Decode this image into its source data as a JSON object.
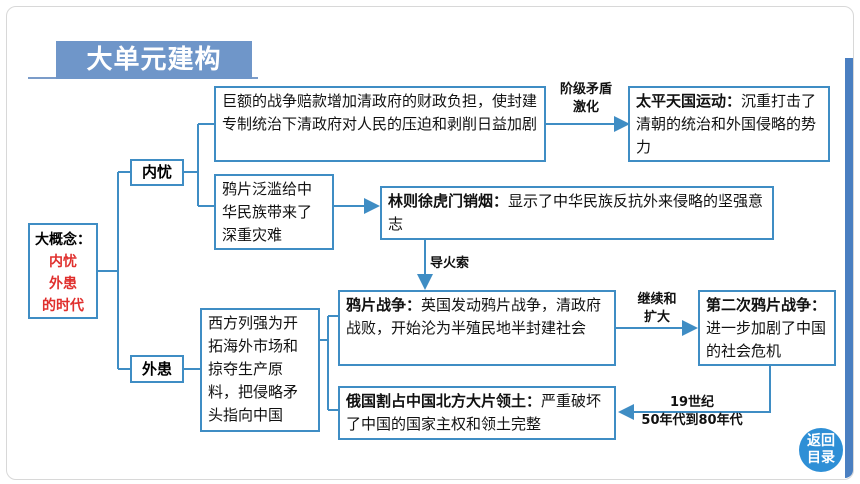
{
  "title": "大单元建构",
  "concept": {
    "label": "大概念：",
    "line1": "内忧",
    "line2": "外患",
    "line3": "的时代"
  },
  "branches": {
    "internal": "内忧",
    "external": "外患"
  },
  "boxes": {
    "indemnity": "巨额的战争赔款增加清政府的财政负担，使封建专制统治下清政府对人民的压迫和剥削日益加剧",
    "taiping_lead": "太平天国运动：",
    "taiping_text": "沉重打击了清朝的统治和外国侵略的势力",
    "opium_flood": "鸦片泛滥给中华民族带来了深重灾难",
    "linzexu_lead": "林则徐虎门销烟：",
    "linzexu_text": "显示了中华民族反抗外来侵略的坚强意志",
    "western": "西方列强为开拓海外市场和掠夺生产原料，把侵略矛头指向中国",
    "opium_war_lead": "鸦片战争：",
    "opium_war_text": "英国发动鸦片战争，清政府战败，开始沦为半殖民地半封建社会",
    "second_war_lead": "第二次鸦片战争：",
    "second_war_text": "进一步加剧了中国的社会危机",
    "russia_lead": "俄国割占中国北方大片领土：",
    "russia_text": "严重破坏了中国的国家主权和领土完整"
  },
  "arrow_labels": {
    "intensify_1": "阶级矛盾",
    "intensify_2": "激化",
    "fuse": "导火索",
    "continue_1": "继续和",
    "continue_2": "扩大",
    "period_1": "19世纪",
    "period_2": "50年代到80年代"
  },
  "back_button": {
    "line1": "返回",
    "line2": "目录"
  },
  "colors": {
    "border": "#3f8dc4",
    "title_bg": "#6f96c9",
    "highlight": "#e0302e",
    "button": "#2e8fd6"
  }
}
